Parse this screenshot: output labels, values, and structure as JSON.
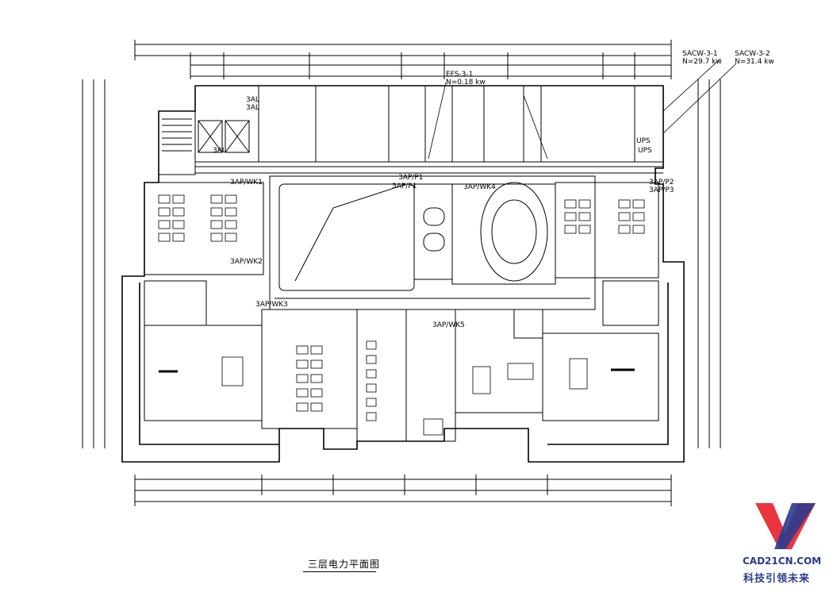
{
  "drawing": {
    "title": "三层电力平面图",
    "panels": {
      "sacw1_id": "SACW-3-1",
      "sacw1_power": "N=29.7 kw",
      "sacw2_id": "SACW-3-2",
      "sacw2_power": "N=31.4 kw",
      "efs_id": "EFS-3-1",
      "efs_power": "N=0.18 kw",
      "ap_3al": "3AL",
      "ap_3al_2": "3AL",
      "ap_3al_3": "3AL",
      "ap_wk1": "3AP/WK1",
      "ap_wk2": "3AP/WK2",
      "ap_wk3": "3AP/WK3",
      "ap_wk4": "3AP/WK4",
      "ap_wk5": "3AP/WK5",
      "ap_p1": "3AP/P1",
      "ap_p1_2": "3AP/P1",
      "ap_p2": "3AP/P2",
      "ap_p3": "3AP/P3",
      "ups": "UPS",
      "ups_2": "UPS"
    }
  },
  "watermark": {
    "site": "CAD21CN.COM",
    "slogan": "科技引领未来"
  },
  "colors": {
    "line": "#000000",
    "logo_red": "#e8343c",
    "logo_blue": "#2a3b8f"
  }
}
